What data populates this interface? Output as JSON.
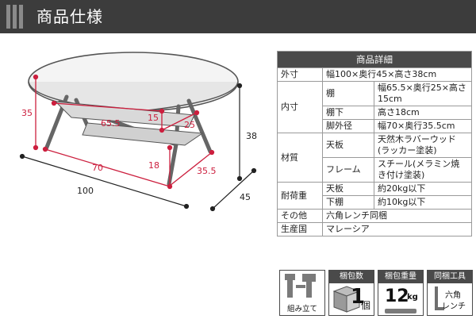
{
  "header": {
    "title": "商品仕様"
  },
  "diagram": {
    "dims": {
      "height_total": "38",
      "depth_total": "45",
      "width_total": "100",
      "frame_height": "35",
      "shelf_width": "65.5",
      "shelf_height_15": "15",
      "shelf_depth": "25",
      "leg_width": "70",
      "leg_shelf_height": "18",
      "leg_depth": "35.5"
    },
    "colors": {
      "dimension": "#cc1f3e",
      "wood": "#777777"
    }
  },
  "spec": {
    "title": "商品詳細",
    "rows": [
      {
        "label": "外寸",
        "value": "幅100×奥行45×高さ38cm"
      },
      {
        "label": "内寸",
        "sub": "棚",
        "value": "幅65.5×奥行25×高さ15cm"
      },
      {
        "sub": "棚下",
        "value": "高さ18cm"
      },
      {
        "sub": "脚外径",
        "value": "幅70×奥行35.5cm"
      },
      {
        "label": "材質",
        "sub": "天板",
        "value": "天然木ラバーウッド(ラッカー塗装)"
      },
      {
        "sub": "フレーム",
        "value": "スチール(メラミン焼き付け塗装)"
      },
      {
        "label": "耐荷重",
        "sub": "天板",
        "value": "約20kg以下"
      },
      {
        "sub": "下棚",
        "value": "約10kg以下"
      },
      {
        "label": "その他",
        "value": "六角レンチ同梱"
      },
      {
        "label": "生産国",
        "value": "マレーシア"
      }
    ]
  },
  "badges": {
    "assembly": {
      "bottom": "組み立て",
      "icon": "tools-icon"
    },
    "packages": {
      "caption": "梱包数",
      "value": "1",
      "unit": "個",
      "icon": "box-icon"
    },
    "weight": {
      "caption": "梱包重量",
      "value": "12",
      "unit": "kg",
      "icon": "scale-icon"
    },
    "tool": {
      "caption": "同梱工具",
      "line1": "六角",
      "line2": "レンチ",
      "icon": "wrench-icon"
    }
  }
}
